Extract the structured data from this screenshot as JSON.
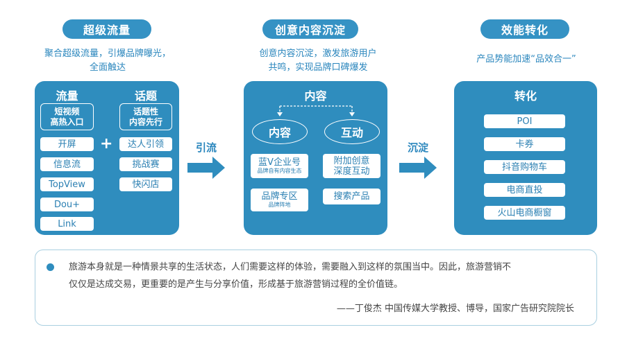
{
  "columns": [
    {
      "title": "超级流量",
      "subtitle": [
        "聚合超级流量，引爆品牌曝光，",
        "全面触达"
      ]
    },
    {
      "title": "创意内容沉淀",
      "subtitle": [
        "创意内容沉淀，激发旅游用户",
        "共鸣，实现品牌口碑爆发"
      ]
    },
    {
      "title": "效能转化",
      "subtitle": [
        "产品势能加速“品效合一”"
      ]
    }
  ],
  "traffic": {
    "left": {
      "title": "流量",
      "tag": [
        "短视频",
        "高热入口"
      ],
      "items": [
        "开屏",
        "信息流",
        "TopView",
        "Dou+",
        "Link"
      ]
    },
    "plus": "+",
    "right": {
      "title": "话题",
      "tag": [
        "话题性",
        "内容先行"
      ],
      "items": [
        "达人引领",
        "挑战赛",
        "快闪店"
      ]
    }
  },
  "content": {
    "title": "内容",
    "ovals": [
      "内容",
      "互动"
    ],
    "items": [
      {
        "main": "蓝V企业号",
        "sub": "品牌自有内容生态"
      },
      {
        "main": "附加创意",
        "main2": "深度互动"
      },
      {
        "main": "品牌专区",
        "sub": "品牌阵地"
      },
      {
        "main": "搜索产品"
      }
    ]
  },
  "conversion": {
    "title": "转化",
    "items": [
      "POI",
      "卡券",
      "抖音购物车",
      "电商直投",
      "火山电商橱窗"
    ]
  },
  "arrows": [
    "引流",
    "沉淀"
  ],
  "quote": {
    "lines": [
      "旅游本身就是一种情景共享的生活状态，人们需要这样的体验，需要融入到这样的氛围当中。因此，旅游营销不",
      "仅仅是达成交易，更重要的是产生与分享价值，形成基于旅游营销过程的全价值链。"
    ],
    "attribution": "——丁俊杰  中国传媒大学教授、博导，国家广告研究院院长"
  },
  "colors": {
    "primary": "#2f8dbe",
    "text_blue": "#2a86bd"
  }
}
